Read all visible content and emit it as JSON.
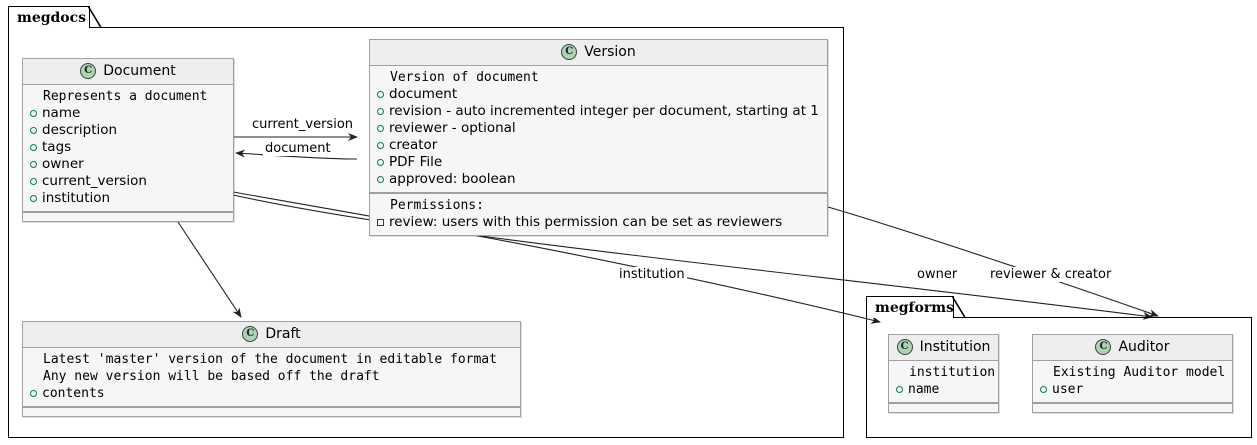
{
  "diagram": {
    "type": "uml-class-diagram",
    "packages": [
      {
        "id": "megdocs",
        "label": "megdocs"
      },
      {
        "id": "megforms",
        "label": "megforms"
      }
    ],
    "classes": [
      {
        "id": "document",
        "name": "Document",
        "icon": "C",
        "note": "Represents a document",
        "attributes": [
          {
            "marker": "circle",
            "text": "name"
          },
          {
            "marker": "circle",
            "text": "description"
          },
          {
            "marker": "circle",
            "text": "tags"
          },
          {
            "marker": "circle",
            "text": "owner"
          },
          {
            "marker": "circle",
            "text": "current_version"
          },
          {
            "marker": "circle",
            "text": "institution"
          }
        ],
        "operations": []
      },
      {
        "id": "version",
        "name": "Version",
        "icon": "C",
        "note": "Version of document",
        "attributes": [
          {
            "marker": "circle",
            "text": "document"
          },
          {
            "marker": "circle",
            "text": "revision - auto incremented integer per document, starting at 1"
          },
          {
            "marker": "circle",
            "text": "reviewer - optional"
          },
          {
            "marker": "circle",
            "text": "creator"
          },
          {
            "marker": "circle",
            "text": "PDF File"
          },
          {
            "marker": "circle",
            "text": "approved: boolean"
          }
        ],
        "operations_note": "Permissions:",
        "operations": [
          {
            "marker": "square",
            "text": "review: users with this permission can be set as reviewers"
          }
        ]
      },
      {
        "id": "draft",
        "name": "Draft",
        "icon": "C",
        "note": "Latest 'master' version of the document in editable format\nAny new version will be based off the draft",
        "note_lines": [
          "Latest 'master' version of the document in editable format",
          "Any new version will be based off the draft"
        ],
        "attributes": [
          {
            "marker": "circle",
            "text": "contents"
          }
        ],
        "operations": []
      },
      {
        "id": "institution",
        "name": "Institution",
        "icon": "C",
        "note": "institution",
        "attributes": [
          {
            "marker": "circle",
            "text": "name"
          }
        ],
        "operations": []
      },
      {
        "id": "auditor",
        "name": "Auditor",
        "icon": "C",
        "note": "Existing Auditor model",
        "attributes": [
          {
            "marker": "circle",
            "text": "user"
          }
        ],
        "operations": []
      }
    ],
    "edges": [
      {
        "id": "document-current-version",
        "from": "Document",
        "to": "Version",
        "label": "current_version"
      },
      {
        "id": "version-document",
        "from": "Version",
        "to": "Document",
        "label": "document"
      },
      {
        "id": "document-institution",
        "from": "Document",
        "to": "Institution",
        "label": "institution"
      },
      {
        "id": "document-owner",
        "from": "Document",
        "to": "Auditor",
        "label": "owner"
      },
      {
        "id": "version-reviewer-creator",
        "from": "Version",
        "to": "Auditor",
        "label": "reviewer & creator"
      },
      {
        "id": "document-draft",
        "from": "Document",
        "to": "Draft",
        "label": ""
      }
    ],
    "colors": {
      "class_header_bg": "#EEEEEE",
      "class_body_bg": "#F6F6F6",
      "class_border": "#A0A0A0",
      "package_border": "#000000",
      "icon_green": "#ADD1B2",
      "marker_public": "#038048",
      "marker_private": "#C00000",
      "background": "#FFFFFF"
    }
  }
}
